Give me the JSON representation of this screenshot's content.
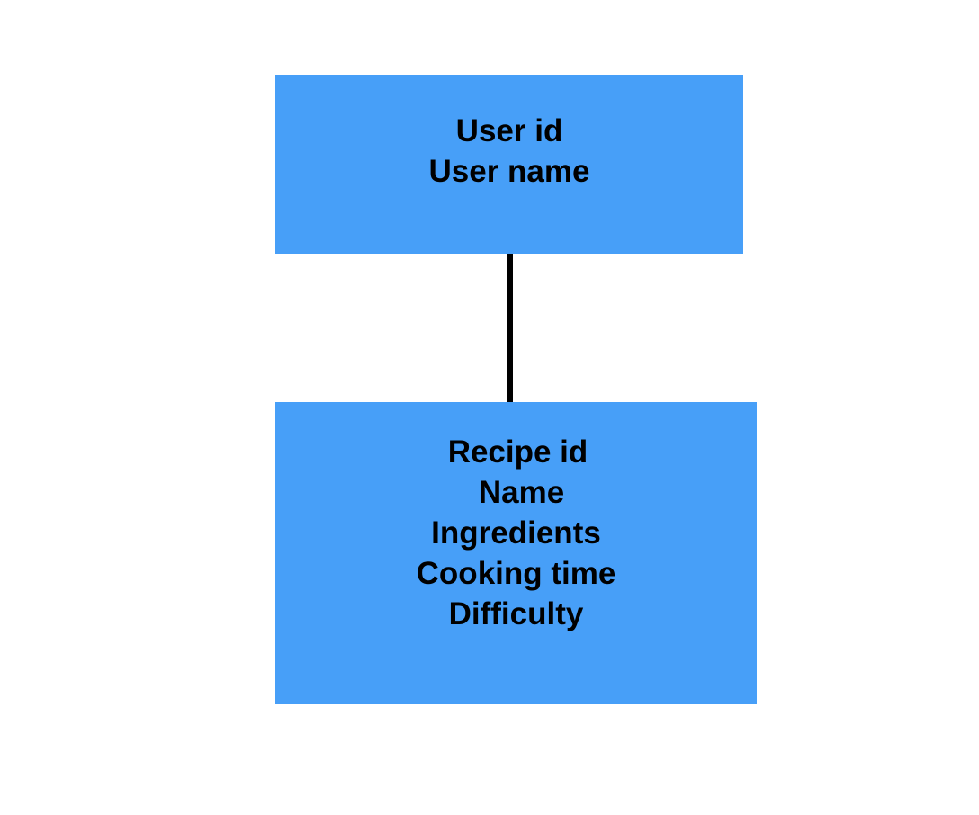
{
  "colors": {
    "entity_fill": "#479ff8",
    "text": "#000000",
    "connector": "#000000",
    "background": "#ffffff"
  },
  "user_entity": {
    "fields": [
      "User id",
      "User name"
    ]
  },
  "recipe_entity": {
    "fields": [
      "Recipe id",
      "Name",
      "Ingredients",
      "Cooking time",
      "Difficulty"
    ]
  }
}
